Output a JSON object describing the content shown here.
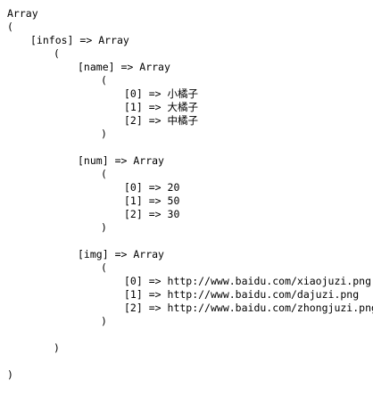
{
  "dump": {
    "root_type": "Array",
    "open_paren": "(",
    "close_paren": ")",
    "arrow": "=>",
    "infos": {
      "key": "[infos]",
      "type": "Array",
      "name": {
        "key": "[name]",
        "type": "Array",
        "items": [
          {
            "index": "[0]",
            "value": "小橘子"
          },
          {
            "index": "[1]",
            "value": "大橘子"
          },
          {
            "index": "[2]",
            "value": "中橘子"
          }
        ]
      },
      "num": {
        "key": "[num]",
        "type": "Array",
        "items": [
          {
            "index": "[0]",
            "value": "20"
          },
          {
            "index": "[1]",
            "value": "50"
          },
          {
            "index": "[2]",
            "value": "30"
          }
        ]
      },
      "img": {
        "key": "[img]",
        "type": "Array",
        "items": [
          {
            "index": "[0]",
            "value": "http://www.baidu.com/xiaojuzi.png"
          },
          {
            "index": "[1]",
            "value": "http://www.baidu.com/dajuzi.png"
          },
          {
            "index": "[2]",
            "value": "http://www.baidu.com/zhongjuzi.png"
          }
        ]
      }
    }
  }
}
